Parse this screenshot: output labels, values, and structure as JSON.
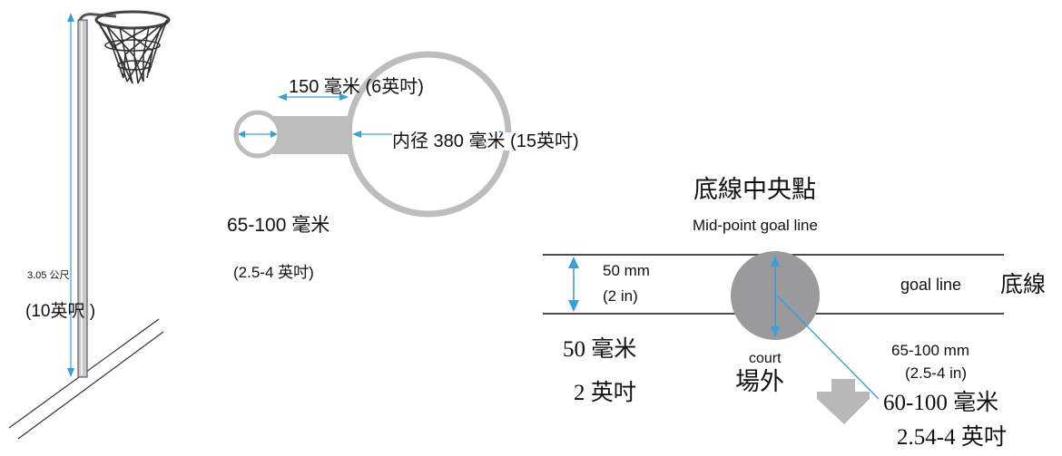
{
  "post": {
    "height_label": "3.05 公尺",
    "height_imperial": "(10英呎 )"
  },
  "ring_top": {
    "neck_length": "150 毫米 (6英吋)",
    "inner_diameter": "内径 380 毫米 (15英吋)",
    "post_diameter": "65-100 毫米",
    "post_diameter_imperial": "(2.5-4 英吋)"
  },
  "goal_line_detail": {
    "title_zh": "底線中央點",
    "title_en": "Mid-point goal line",
    "gap_mm": "50 mm",
    "gap_in": "(2 in)",
    "goal_line_en": "goal line",
    "goal_line_zh": "底線",
    "gap_zh": "50 毫米",
    "gap_zh_imperial": "2 英吋",
    "court_en": "court",
    "court_zh": "場外",
    "post_mm": "65-100 mm",
    "post_in": "(2.5-4 in)",
    "post_zh": "60-100 毫米",
    "post_zh_imperial": "2.54-4 英吋"
  },
  "colors": {
    "dimension_arrow": "#3aa0d8",
    "steel_grey": "#bdbdbd",
    "post_fill": "#9a9a9c"
  }
}
